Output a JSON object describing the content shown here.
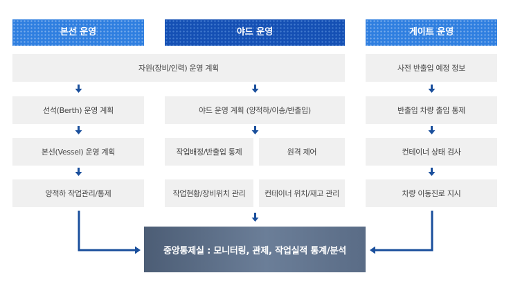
{
  "headers": {
    "berth": "본선 운영",
    "yard": "야드 운영",
    "gate": "게이트 운영"
  },
  "resource_plan": "자원(장비/인력) 운영 계획",
  "berth_steps": [
    "선석(Berth) 운영 계획",
    "본선(Vessel) 운영 계획",
    "양적하 작업관리/통제"
  ],
  "yard_plan": "야드 운영 계획 (양적하/이송/반출입)",
  "yard_grid": {
    "work_assign": "작업배정/반출입 통제",
    "remote_control": "원격 제어",
    "work_status": "작업현황/장비위치 관리",
    "container_inventory": "컨테이너 위치/재고 관리"
  },
  "gate_steps": [
    "사전 반출입 예정 정보",
    "반출입 차량 출입 통제",
    "컨테이너 상태 검사",
    "차량 이동진로 지시"
  ],
  "central": "중앙통제실 : 모니터링, 관제, 작업실적 통계/분석",
  "colors": {
    "header_blue": "#2f7fe0",
    "header_dark_blue": "#1550b4",
    "arrow": "#1a4f9c",
    "box_bg": "#f0f0f0"
  }
}
